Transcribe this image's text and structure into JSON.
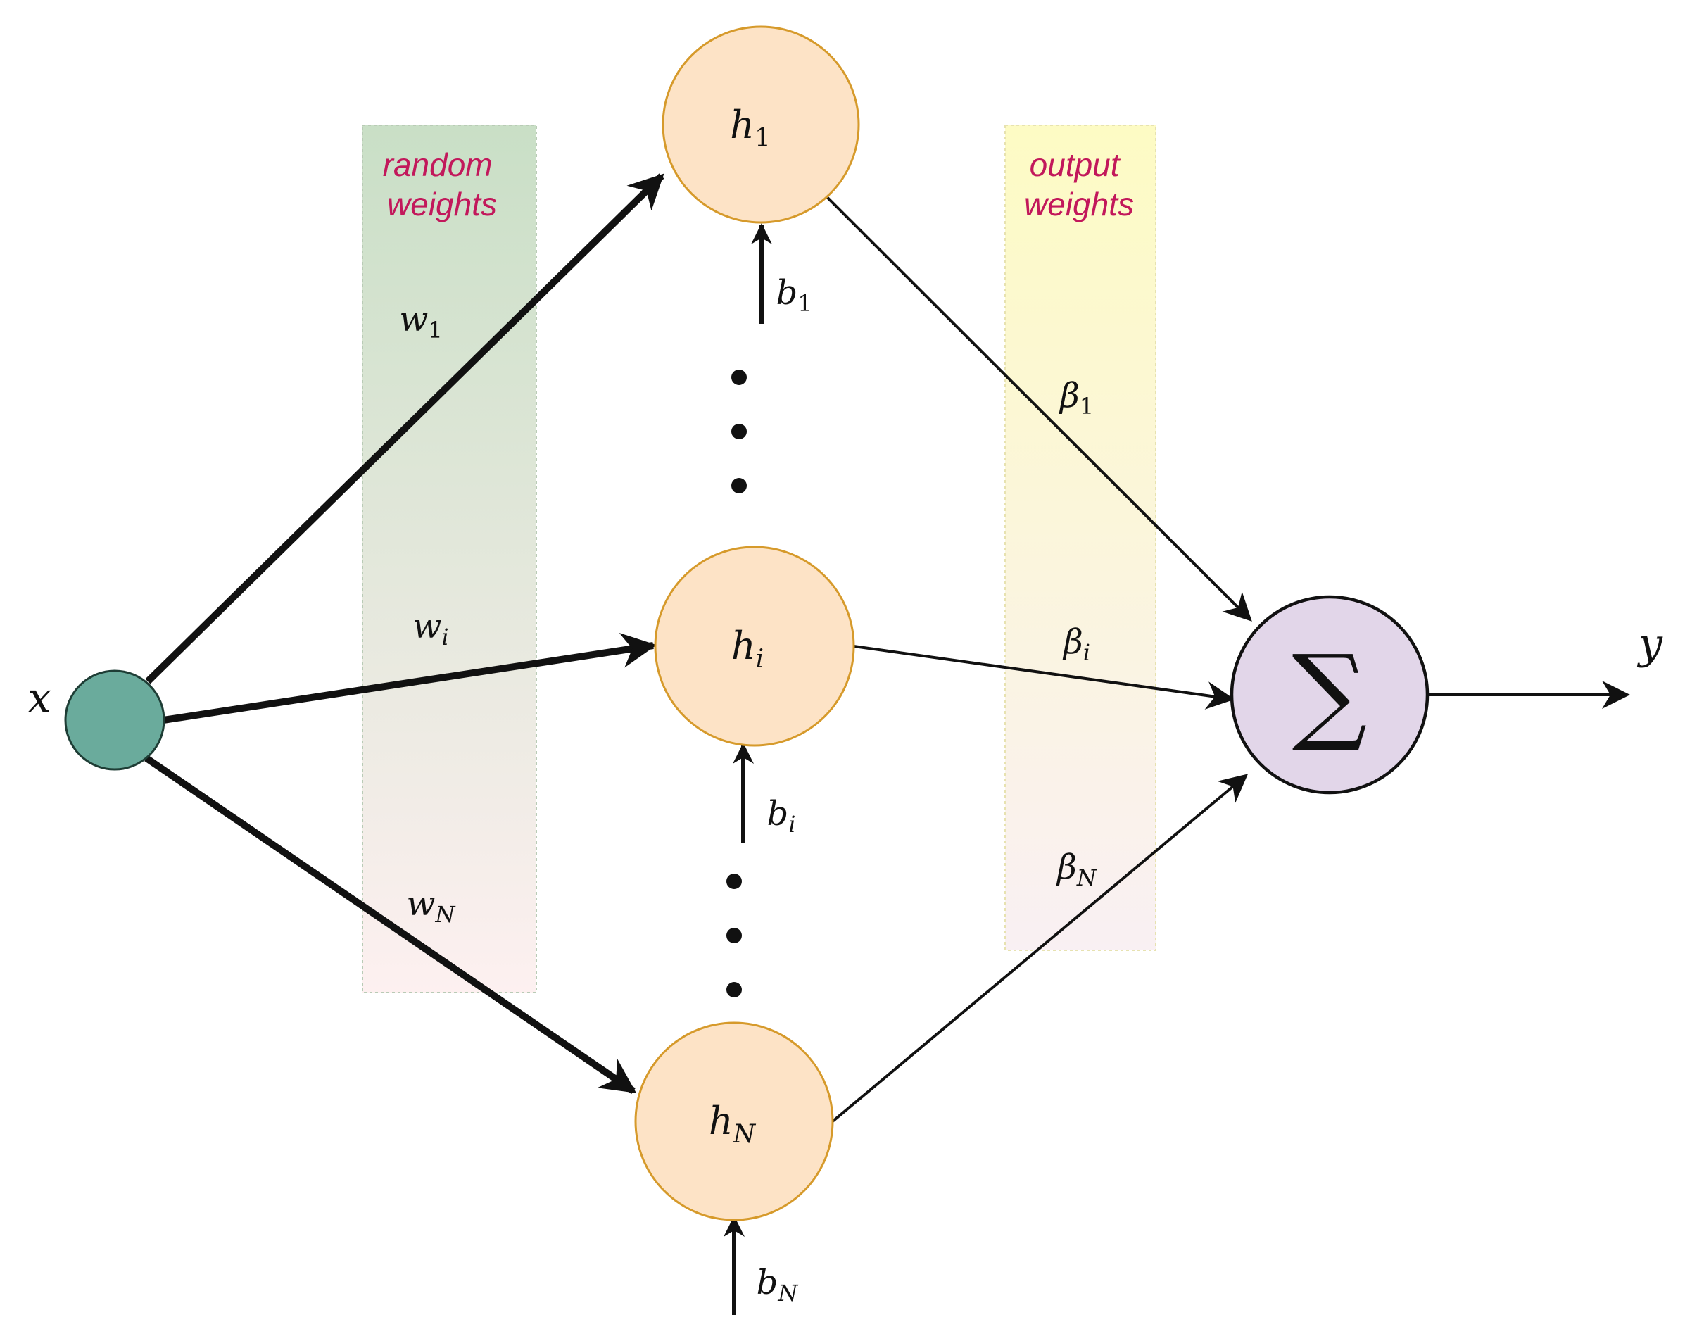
{
  "colors": {
    "input_node": "#6aab9c",
    "hidden_node": "#fde3c6",
    "hidden_node_border": "#d69a2b",
    "sum_node": "#e2d6e9",
    "band_label": "#c2185b",
    "random_band": "#c9dfc6",
    "output_band": "#fdfbc4"
  },
  "bands": {
    "random": {
      "line1": "random",
      "line2": "weights"
    },
    "output": {
      "line1": "output",
      "line2": "weights"
    }
  },
  "nodes": {
    "input": {
      "base": "x"
    },
    "h1": {
      "base": "h",
      "sub": "1"
    },
    "hi": {
      "base": "h",
      "sub": "i"
    },
    "hN": {
      "base": "h",
      "sub": "N"
    },
    "sum": {
      "symbol": "∑"
    },
    "output": {
      "base": "y"
    }
  },
  "weights": {
    "w1": {
      "base": "w",
      "sub": "1"
    },
    "wi": {
      "base": "w",
      "sub": "i"
    },
    "wN": {
      "base": "w",
      "sub": "N"
    }
  },
  "biases": {
    "b1": {
      "base": "b",
      "sub": "1"
    },
    "bi": {
      "base": "b",
      "sub": "i"
    },
    "bN": {
      "base": "b",
      "sub": "N"
    }
  },
  "output_weights": {
    "beta1": {
      "base": "β",
      "sub": "1"
    },
    "betai": {
      "base": "β",
      "sub": "i"
    },
    "betaN": {
      "base": "β",
      "sub": "N"
    }
  }
}
